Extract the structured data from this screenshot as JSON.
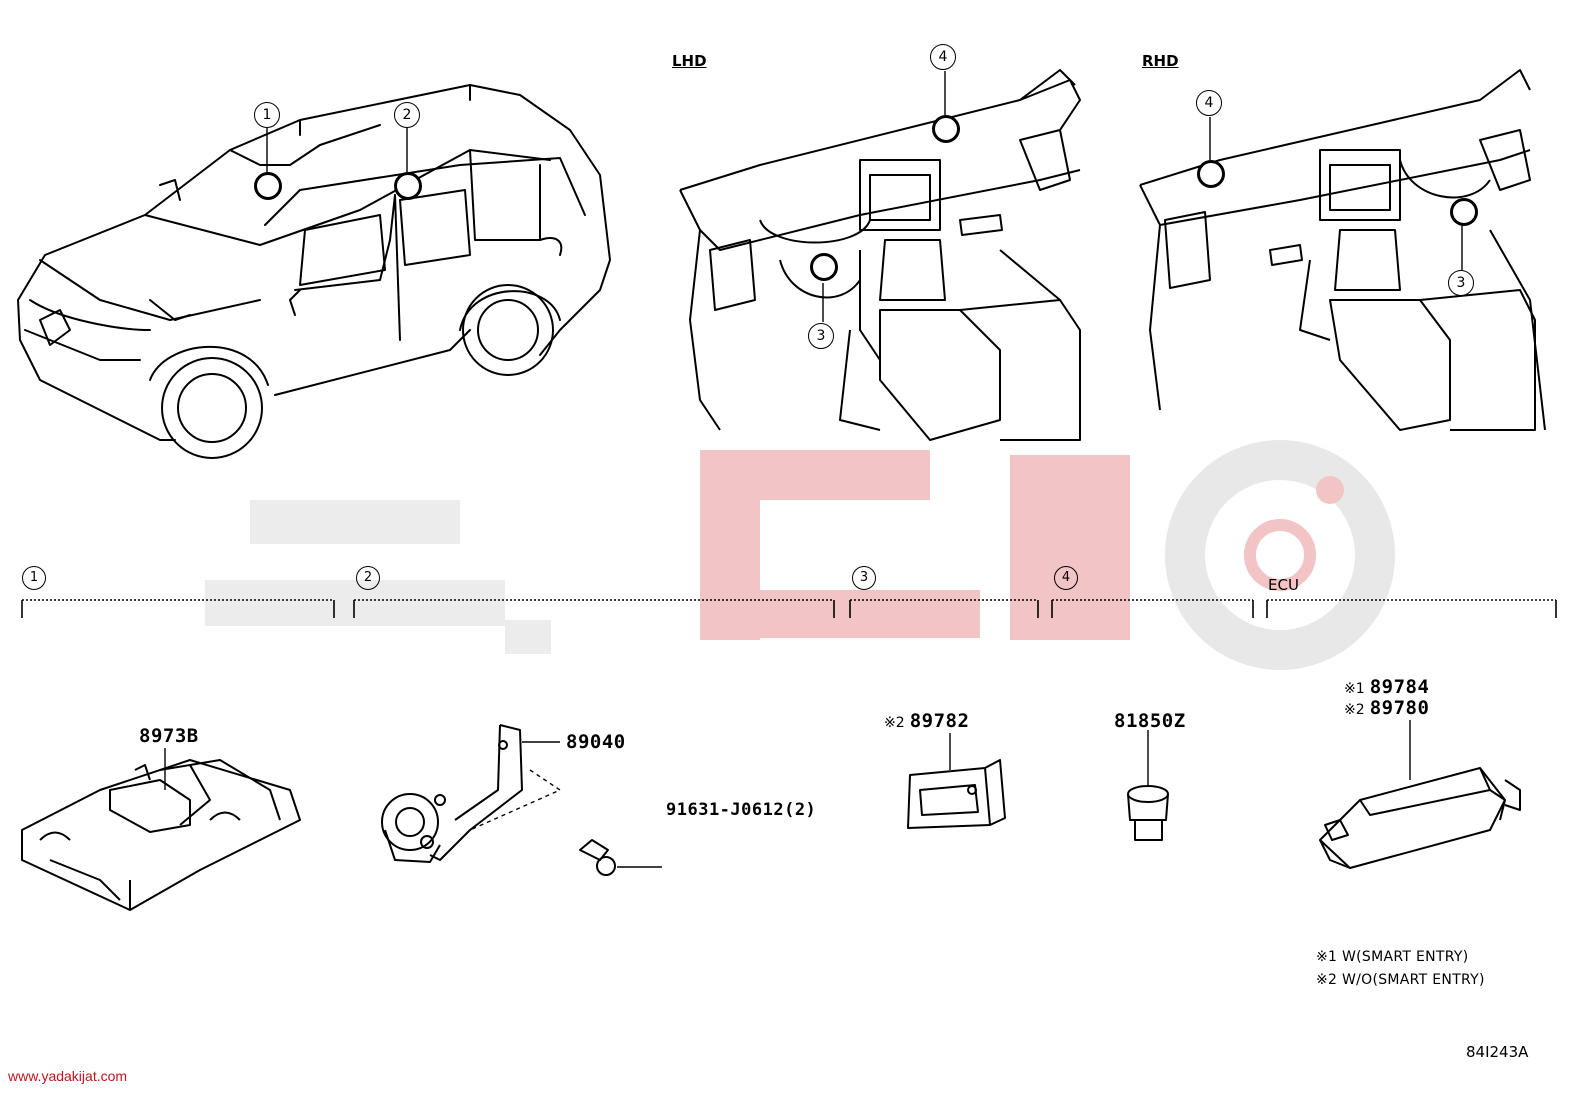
{
  "views": {
    "lhd_label": "LHD",
    "rhd_label": "RHD"
  },
  "callouts": [
    "1",
    "2",
    "3",
    "4"
  ],
  "sections": [
    {
      "num": "1"
    },
    {
      "num": "2"
    },
    {
      "num": "3"
    },
    {
      "num": "4"
    },
    {
      "label": "ECU"
    }
  ],
  "parts": {
    "p1": "8973B",
    "p2_bracket": "89040",
    "p2_bolt": "91631-J0612(2)",
    "p3_mark": "※2",
    "p3": "89782",
    "p4": "81850Z",
    "ecu_mark1": "※1",
    "ecu_part1": "89784",
    "ecu_mark2": "※2",
    "ecu_part2": "89780"
  },
  "notes": {
    "n1": "※1  W(SMART ENTRY)",
    "n2": "※2  W/O(SMART ENTRY)"
  },
  "diagram_code": "84I243A",
  "watermark": {
    "site": "www.yadakijat.com",
    "text_color": "#e8e8e8",
    "accent_color": "#e3323b"
  }
}
